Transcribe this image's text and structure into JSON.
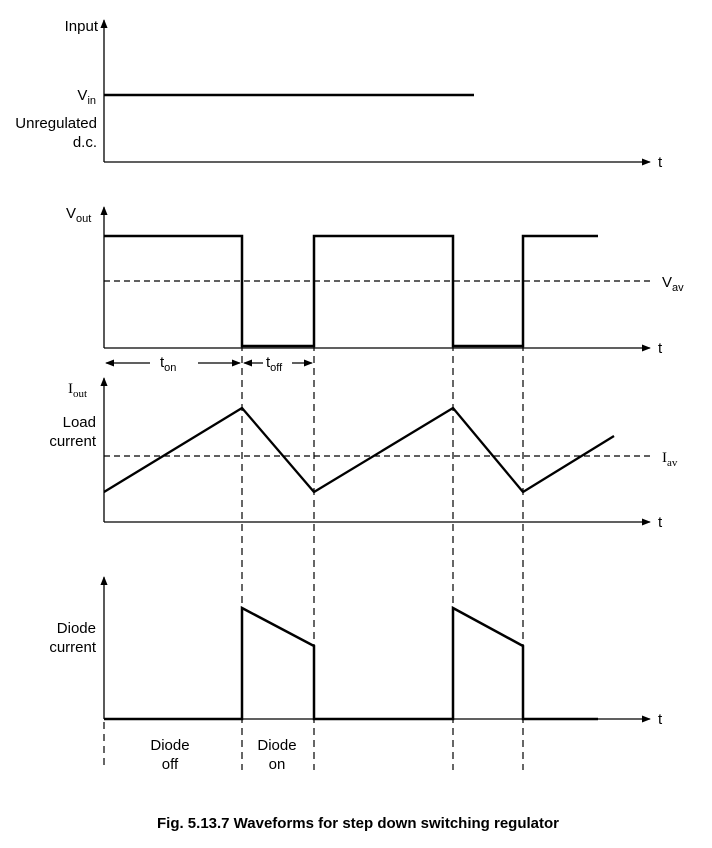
{
  "panel_input": {
    "axis_label": "Input",
    "vin_main": "V",
    "vin_sub": "in",
    "desc_line1": "Unregulated",
    "desc_line2": "d.c.",
    "t_label": "t"
  },
  "panel_vout": {
    "axis_main": "V",
    "axis_sub": "out",
    "vav_main": "V",
    "vav_sub": "av",
    "t_label": "t",
    "ton_main": "t",
    "ton_sub": "on",
    "toff_main": "t",
    "toff_sub": "off"
  },
  "panel_iout": {
    "axis_main": "I",
    "axis_sub": "out",
    "desc_line1": "Load",
    "desc_line2": "current",
    "iav_main": "I",
    "iav_sub": "av",
    "t_label": "t"
  },
  "panel_diode": {
    "desc_line1": "Diode",
    "desc_line2": "current",
    "t_label": "t",
    "off_line1": "Diode",
    "off_line2": "off",
    "on_line1": "Diode",
    "on_line2": "on"
  },
  "caption": "Fig. 5.13.7 Waveforms for step down switching regulator"
}
